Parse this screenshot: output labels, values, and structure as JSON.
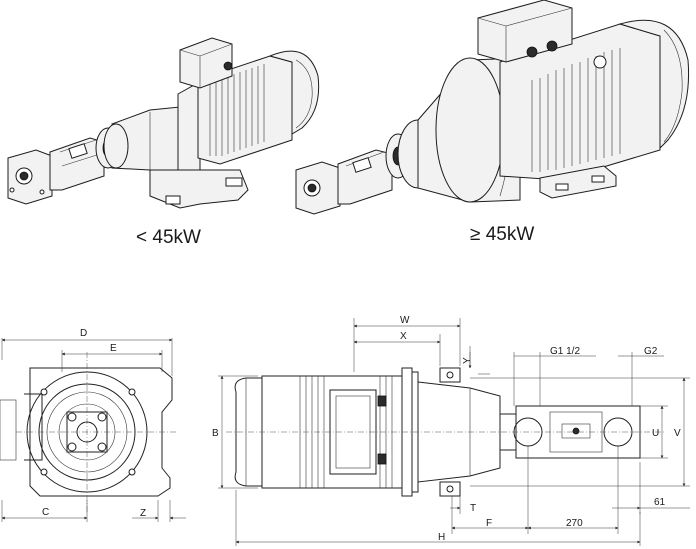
{
  "captions": {
    "small_motor": "< 45kW",
    "large_motor": "≥ 45kW"
  },
  "end_view_dims": {
    "d": "D",
    "e": "E",
    "c": "C",
    "z": "Z",
    "b": "B"
  },
  "side_view_dims": {
    "w": "W",
    "x": "X",
    "y": "Y",
    "g1": "G1 1/2",
    "g2": "G2",
    "u": "U",
    "v": "V",
    "t": "T",
    "f": "F",
    "dim_270": "270",
    "dim_61": "61",
    "h": "H"
  }
}
